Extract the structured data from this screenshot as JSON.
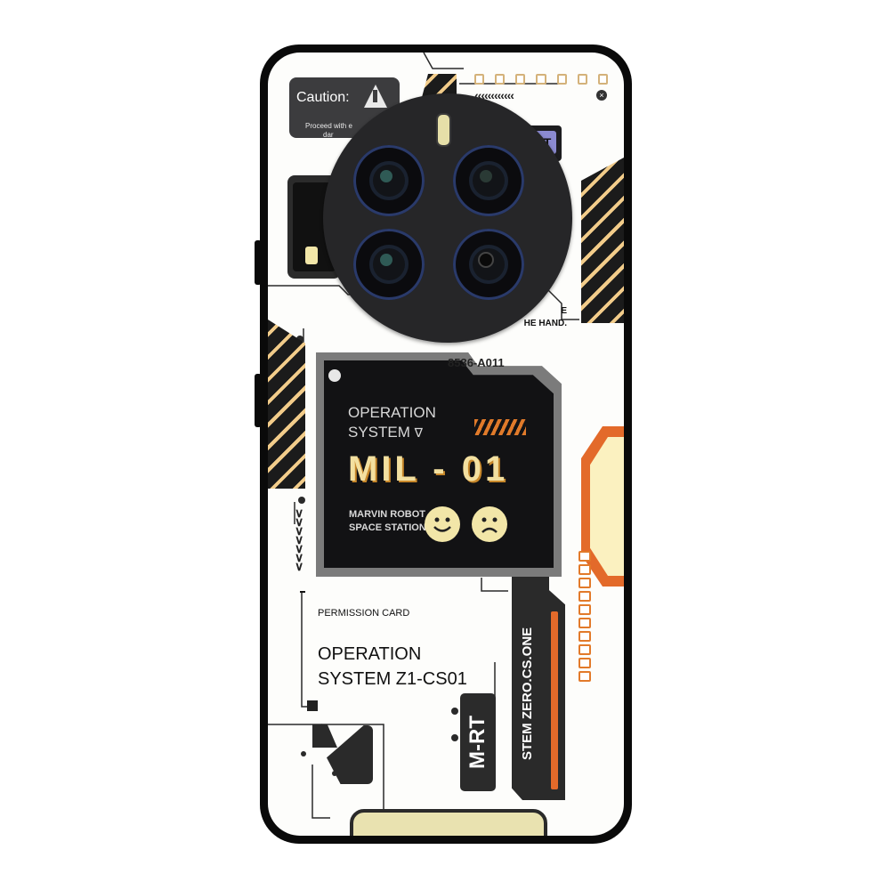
{
  "caution": {
    "title": "Caution:",
    "body_line1": "Proceed with e",
    "body_line2": "dar"
  },
  "label_bt": "RT",
  "hand_lines": {
    "line1": "E",
    "line2": "HE HAND."
  },
  "screen": {
    "code": "8536-A011",
    "title_line1": "OPERATION",
    "title_line2": "SYSTEM",
    "model": "MIL - 01",
    "subtitle_line1": "MARVIN ROBOT",
    "subtitle_line2": "SPACE STATION"
  },
  "permission": {
    "label": "PERMISSION CARD",
    "line1": "OPERATION",
    "line2": "SYSTEM Z1-CS01"
  },
  "vertical_tag": "M-RT",
  "vertical_text": "STEM ZERO.CS.ONE",
  "colors": {
    "case": "#0a0a0a",
    "back": "#fdfdfb",
    "screen": "#121214",
    "accent_orange": "#e07a2a",
    "accent_cream": "#f2e6a8",
    "camera": "#262628"
  },
  "icons": [
    "warning-triangle-icon",
    "chevron-left-icon",
    "close-icon",
    "smiley-happy-icon",
    "smiley-sad-icon",
    "chevron-down-icon"
  ]
}
